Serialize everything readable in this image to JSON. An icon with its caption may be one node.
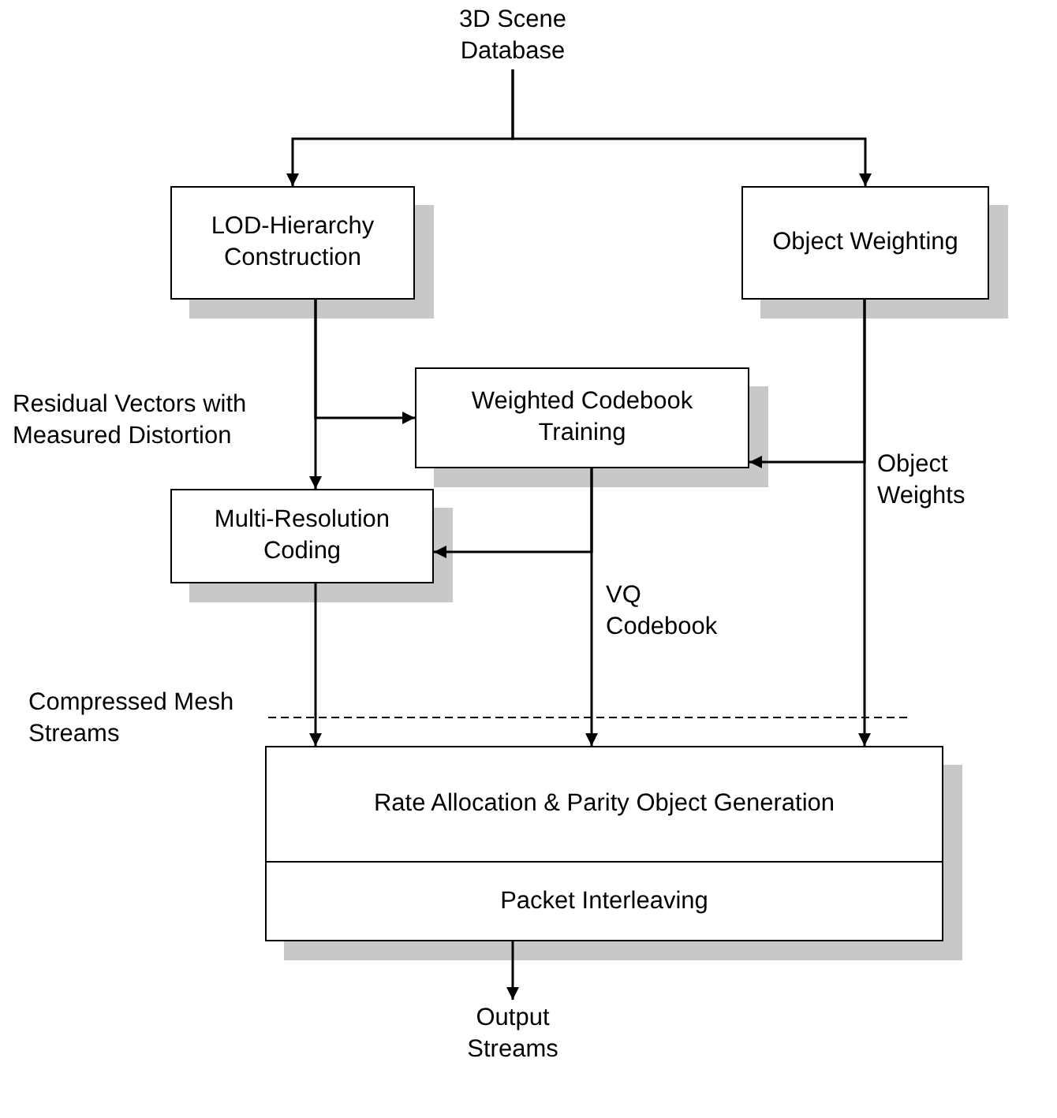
{
  "diagram": {
    "nodes": [
      {
        "text": [
          "3D Scene Database"
        ]
      },
      {
        "text": [
          "LOD-Hierarchy Construction"
        ]
      },
      {
        "text": [
          "Object Weighting"
        ]
      },
      {
        "text": [
          "Weighted Codebook Training"
        ]
      },
      {
        "text": [
          "Multi-Resolution Coding"
        ]
      },
      {
        "text": [
          "Rate Allocation & Parity Object Generation",
          "Packet Interleaving"
        ]
      },
      {
        "text": [
          "Output Streams"
        ]
      }
    ],
    "edges": [
      {
        "from": 0,
        "to": 1,
        "arrow": "to"
      },
      {
        "from": 0,
        "to": 2,
        "arrow": "to"
      },
      {
        "from": 1,
        "to": 4,
        "arrow": "to"
      },
      {
        "from": 1,
        "to": 3,
        "arrow": "to",
        "label": "Residual Vectors with Measured Distortion"
      },
      {
        "from": 2,
        "to": 3,
        "arrow": "to",
        "label": "Object Weights"
      },
      {
        "from": 2,
        "to": 5,
        "arrow": "to"
      },
      {
        "from": 3,
        "to": 4,
        "arrow": "to",
        "label": "VQ Codebook"
      },
      {
        "from": 3,
        "to": 5,
        "arrow": "to"
      },
      {
        "from": 4,
        "to": 5,
        "arrow": "to",
        "label": "Compressed Mesh Streams"
      },
      {
        "from": 5,
        "to": 6,
        "arrow": "to"
      }
    ]
  }
}
